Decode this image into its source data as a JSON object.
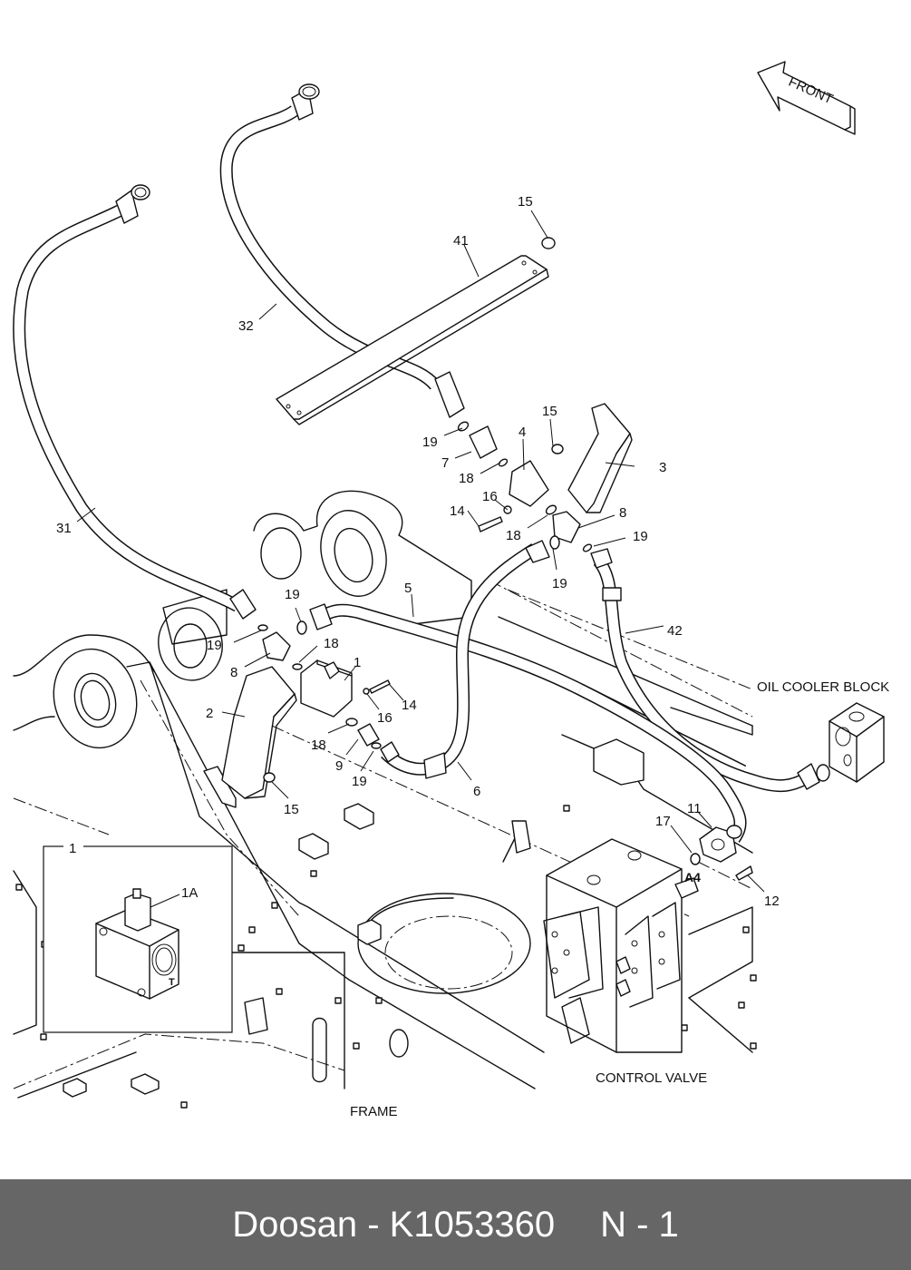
{
  "diagram": {
    "direction_indicator": "FRONT",
    "component_labels": {
      "oil_cooler_block": "OIL COOLER BLOCK",
      "control_valve": "CONTROL VALVE",
      "frame": "FRAME",
      "port_a4": "A4"
    },
    "detail_inset": {
      "title": "1",
      "sub_callout": "1A",
      "port_mark": "T"
    },
    "callouts": [
      {
        "id": "c15a",
        "text": "15"
      },
      {
        "id": "c41",
        "text": "41"
      },
      {
        "id": "c32",
        "text": "32"
      },
      {
        "id": "c31",
        "text": "31"
      },
      {
        "id": "c19a",
        "text": "19"
      },
      {
        "id": "c7",
        "text": "7"
      },
      {
        "id": "c4",
        "text": "4"
      },
      {
        "id": "c15b",
        "text": "15"
      },
      {
        "id": "c3",
        "text": "3"
      },
      {
        "id": "c18a",
        "text": "18"
      },
      {
        "id": "c16a",
        "text": "16"
      },
      {
        "id": "c14a",
        "text": "14"
      },
      {
        "id": "c18b",
        "text": "18"
      },
      {
        "id": "c8a",
        "text": "8"
      },
      {
        "id": "c19b",
        "text": "19"
      },
      {
        "id": "c19c",
        "text": "19"
      },
      {
        "id": "c5",
        "text": "5"
      },
      {
        "id": "c42",
        "text": "42"
      },
      {
        "id": "c19d",
        "text": "19"
      },
      {
        "id": "c19e",
        "text": "19"
      },
      {
        "id": "c8b",
        "text": "8"
      },
      {
        "id": "c18c",
        "text": "18"
      },
      {
        "id": "c1",
        "text": "1"
      },
      {
        "id": "c2",
        "text": "2"
      },
      {
        "id": "c14b",
        "text": "14"
      },
      {
        "id": "c16b",
        "text": "16"
      },
      {
        "id": "c18d",
        "text": "18"
      },
      {
        "id": "c9",
        "text": "9"
      },
      {
        "id": "c19f",
        "text": "19"
      },
      {
        "id": "c6",
        "text": "6"
      },
      {
        "id": "c15c",
        "text": "15"
      },
      {
        "id": "c11",
        "text": "11"
      },
      {
        "id": "c17",
        "text": "17"
      },
      {
        "id": "c12",
        "text": "12"
      }
    ]
  },
  "footer": {
    "brand": "Doosan",
    "separator": "-",
    "part_number": "K1053360",
    "page_ref": "N - 1"
  }
}
